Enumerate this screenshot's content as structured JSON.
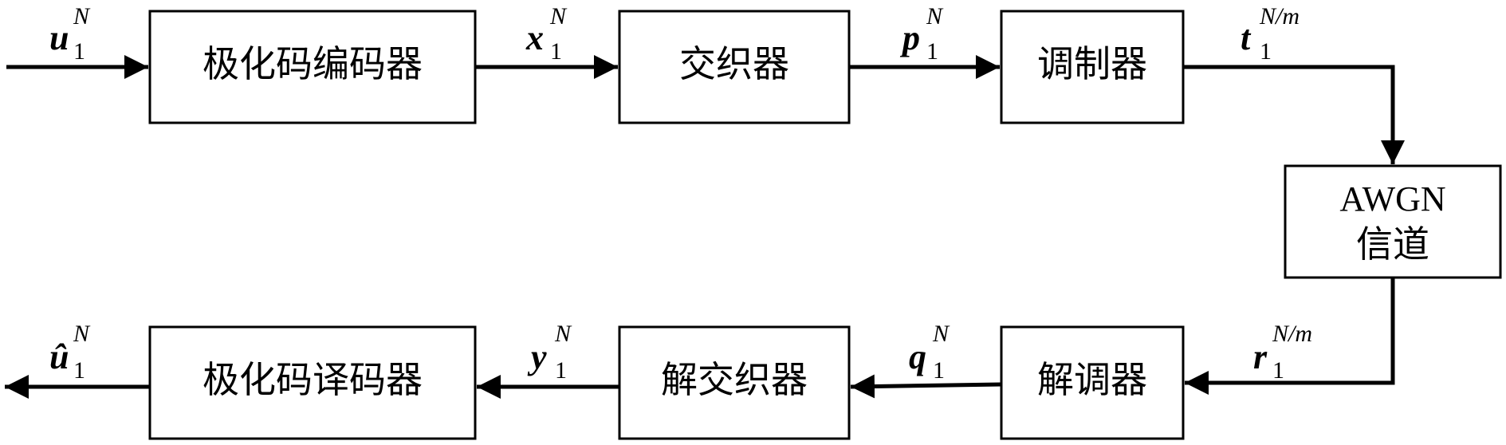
{
  "blocks": {
    "polar_encoder": "极化码编码器",
    "interleaver": "交织器",
    "modulator": "调制器",
    "awgn_line1": "AWGN",
    "awgn_line2": "信道",
    "demodulator": "解调器",
    "deinterleaver": "解交织器",
    "polar_decoder": "极化码译码器"
  },
  "signals": {
    "u": {
      "main": "u",
      "sub": "1",
      "sup": "N"
    },
    "x": {
      "main": "x",
      "sub": "1",
      "sup": "N"
    },
    "p": {
      "main": "p",
      "sub": "1",
      "sup": "N"
    },
    "t": {
      "main": "t",
      "sub": "1",
      "sup": "N/m"
    },
    "r": {
      "main": "r",
      "sub": "1",
      "sup": "N/m"
    },
    "q": {
      "main": "q",
      "sub": "1",
      "sup": "N"
    },
    "y": {
      "main": "y",
      "sub": "1",
      "sup": "N"
    },
    "uhat": {
      "main": "û",
      "sub": "1",
      "sup": "N"
    }
  }
}
